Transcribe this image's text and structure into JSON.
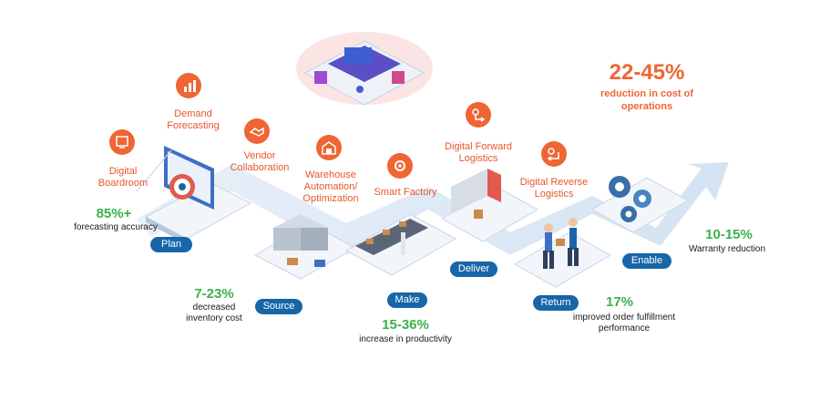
{
  "headline": {
    "value": "22-45%",
    "description": "reduction in cost of operations"
  },
  "capabilities": [
    {
      "label": "Digital Boardroom",
      "icon": "boardroom-icon"
    },
    {
      "label": "Demand Forecasting",
      "icon": "forecast-chart-icon"
    },
    {
      "label": "Vendor Collaboration",
      "icon": "handshake-icon"
    },
    {
      "label": "Warehouse Automation/ Optimization",
      "icon": "warehouse-icon"
    },
    {
      "label": "Smart Factory",
      "icon": "factory-gear-icon"
    },
    {
      "label": "Digital Forward Logistics",
      "icon": "route-forward-icon"
    },
    {
      "label": "Digital Reverse Logistics",
      "icon": "route-reverse-icon"
    }
  ],
  "stages": [
    "Plan",
    "Source",
    "Make",
    "Deliver",
    "Return",
    "Enable"
  ],
  "stats": [
    {
      "value": "85%+",
      "description": "forecasting accuracy"
    },
    {
      "value": "7-23%",
      "description": "decreased inventory cost"
    },
    {
      "value": "15-36%",
      "description": "increase in productivity"
    },
    {
      "value": "17%",
      "description": "improved order fulfillment performance"
    },
    {
      "value": "10-15%",
      "description": "Warranty reduction"
    }
  ],
  "colors": {
    "accent": "#ef6534",
    "stat_green": "#3bb14a",
    "stage_blue": "#1766a8",
    "path": "#dcebf7"
  }
}
